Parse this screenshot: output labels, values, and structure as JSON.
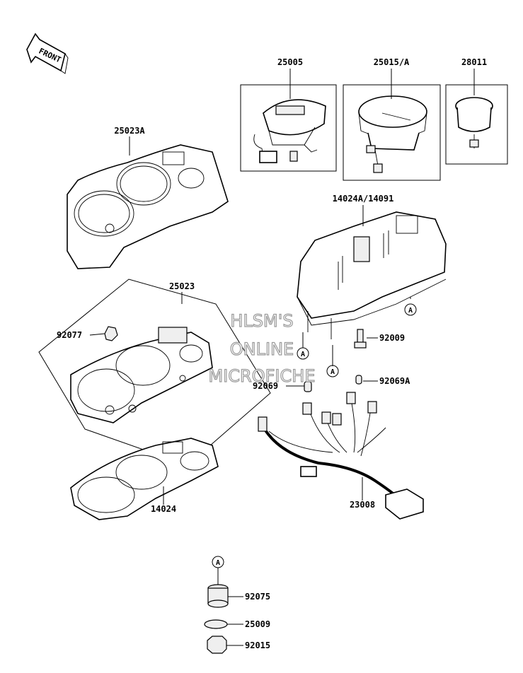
{
  "front_label": "FRONT",
  "watermark": [
    "HLSM'S",
    "ONLINE",
    "MICROFICHE"
  ],
  "ref_mark": "A",
  "parts": {
    "p25005": "25005",
    "p25015": "25015/A",
    "p28011": "28011",
    "p25023A": "25023A",
    "p14024A": "14024A/14091",
    "p25023": "25023",
    "p92077": "92077",
    "p92009": "92009",
    "p92069A": "92069A",
    "p92069": "92069",
    "p14024": "14024",
    "p23008": "23008",
    "p92075": "92075",
    "p25009": "25009",
    "p92015": "92015"
  }
}
